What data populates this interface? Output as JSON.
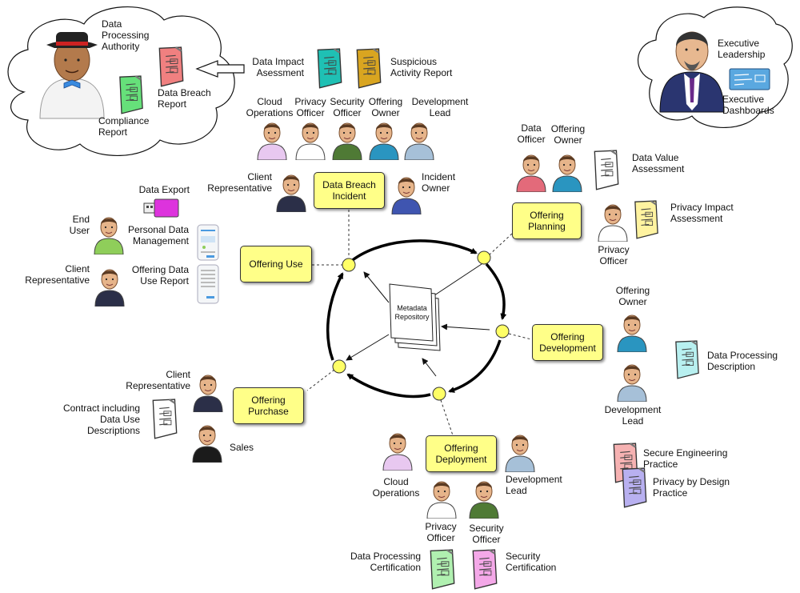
{
  "repository": {
    "label": "Metadata\nRepository"
  },
  "stages": {
    "use": "Offering Use",
    "planning": "Offering\nPlanning",
    "development": "Offering\nDevelopment",
    "deployment": "Offering\nDeployment",
    "purchase": "Offering\nPurchase",
    "breach": "Data Breach\nIncident"
  },
  "roles": {
    "dpa": "Data\nProcessing\nAuthority",
    "exec_leadership": "Executive\nLeadership",
    "cloud_ops_top": "Cloud\nOperations",
    "privacy_officer_top": "Privacy\nOfficer",
    "security_officer_top": "Security\nOfficer",
    "offering_owner_top": "Offering\nOwner",
    "dev_lead_top": "Development\nLead",
    "client_rep_breach": "Client\nRepresentative",
    "incident_owner": "Incident\nOwner",
    "data_officer_planning": "Data\nOfficer",
    "offering_owner_planning": "Offering\nOwner",
    "privacy_officer_planning": "Privacy\nOfficer",
    "end_user": "End\nUser",
    "client_rep_use": "Client\nRepresentative",
    "offering_owner_dev": "Offering\nOwner",
    "dev_lead_dev": "Development\nLead",
    "client_rep_purchase": "Client\nRepresentative",
    "sales": "Sales",
    "cloud_ops_deploy": "Cloud\nOperations",
    "dev_lead_deploy": "Development\nLead",
    "privacy_officer_deploy": "Privacy\nOfficer",
    "security_officer_deploy": "Security\nOfficer"
  },
  "artifacts": {
    "data_breach_report": "Data Breach\nReport",
    "compliance_report": "Compliance\nReport",
    "data_impact_assessment": "Data Impact\nAsessment",
    "suspicious_activity_report": "Suspicious\nActivity Report",
    "executive_dashboards": "Executive\nDashboards",
    "data_value_assessment": "Data Value\nAssessment",
    "privacy_impact_assessment": "Privacy Impact\nAssessment",
    "data_export": "Data Export",
    "personal_data_management": "Personal Data\nManagement",
    "offering_data_use_report": "Offering Data\nUse Report",
    "data_processing_description": "Data Processing\nDescription",
    "secure_engineering_practice": "Secure Engineering\nPractice",
    "privacy_by_design_practice": "Privacy by Design\nPractice",
    "contract": "Contract including\nData Use\nDescriptions",
    "data_processing_certification": "Data Processing\nCertification",
    "security_certification": "Security\nCertification"
  },
  "colors": {
    "stage_fill": "#ffff88",
    "connector_fill": "#ffff66",
    "doc_breach": "#f08080",
    "doc_compliance": "#66e07a",
    "doc_impact": "#1fc0b4",
    "doc_suspicious": "#d9a520",
    "doc_dashboard": "#5aa8e0",
    "doc_white": "#ffffff",
    "doc_yellow": "#fff3a0",
    "doc_cyan": "#b8f0f0",
    "doc_pink": "#f6b2b2",
    "doc_lavender": "#b8b0f0",
    "doc_lightgreen": "#b0f0b0",
    "doc_magenta": "#f4a8e8",
    "usb": "#dd33dd"
  }
}
